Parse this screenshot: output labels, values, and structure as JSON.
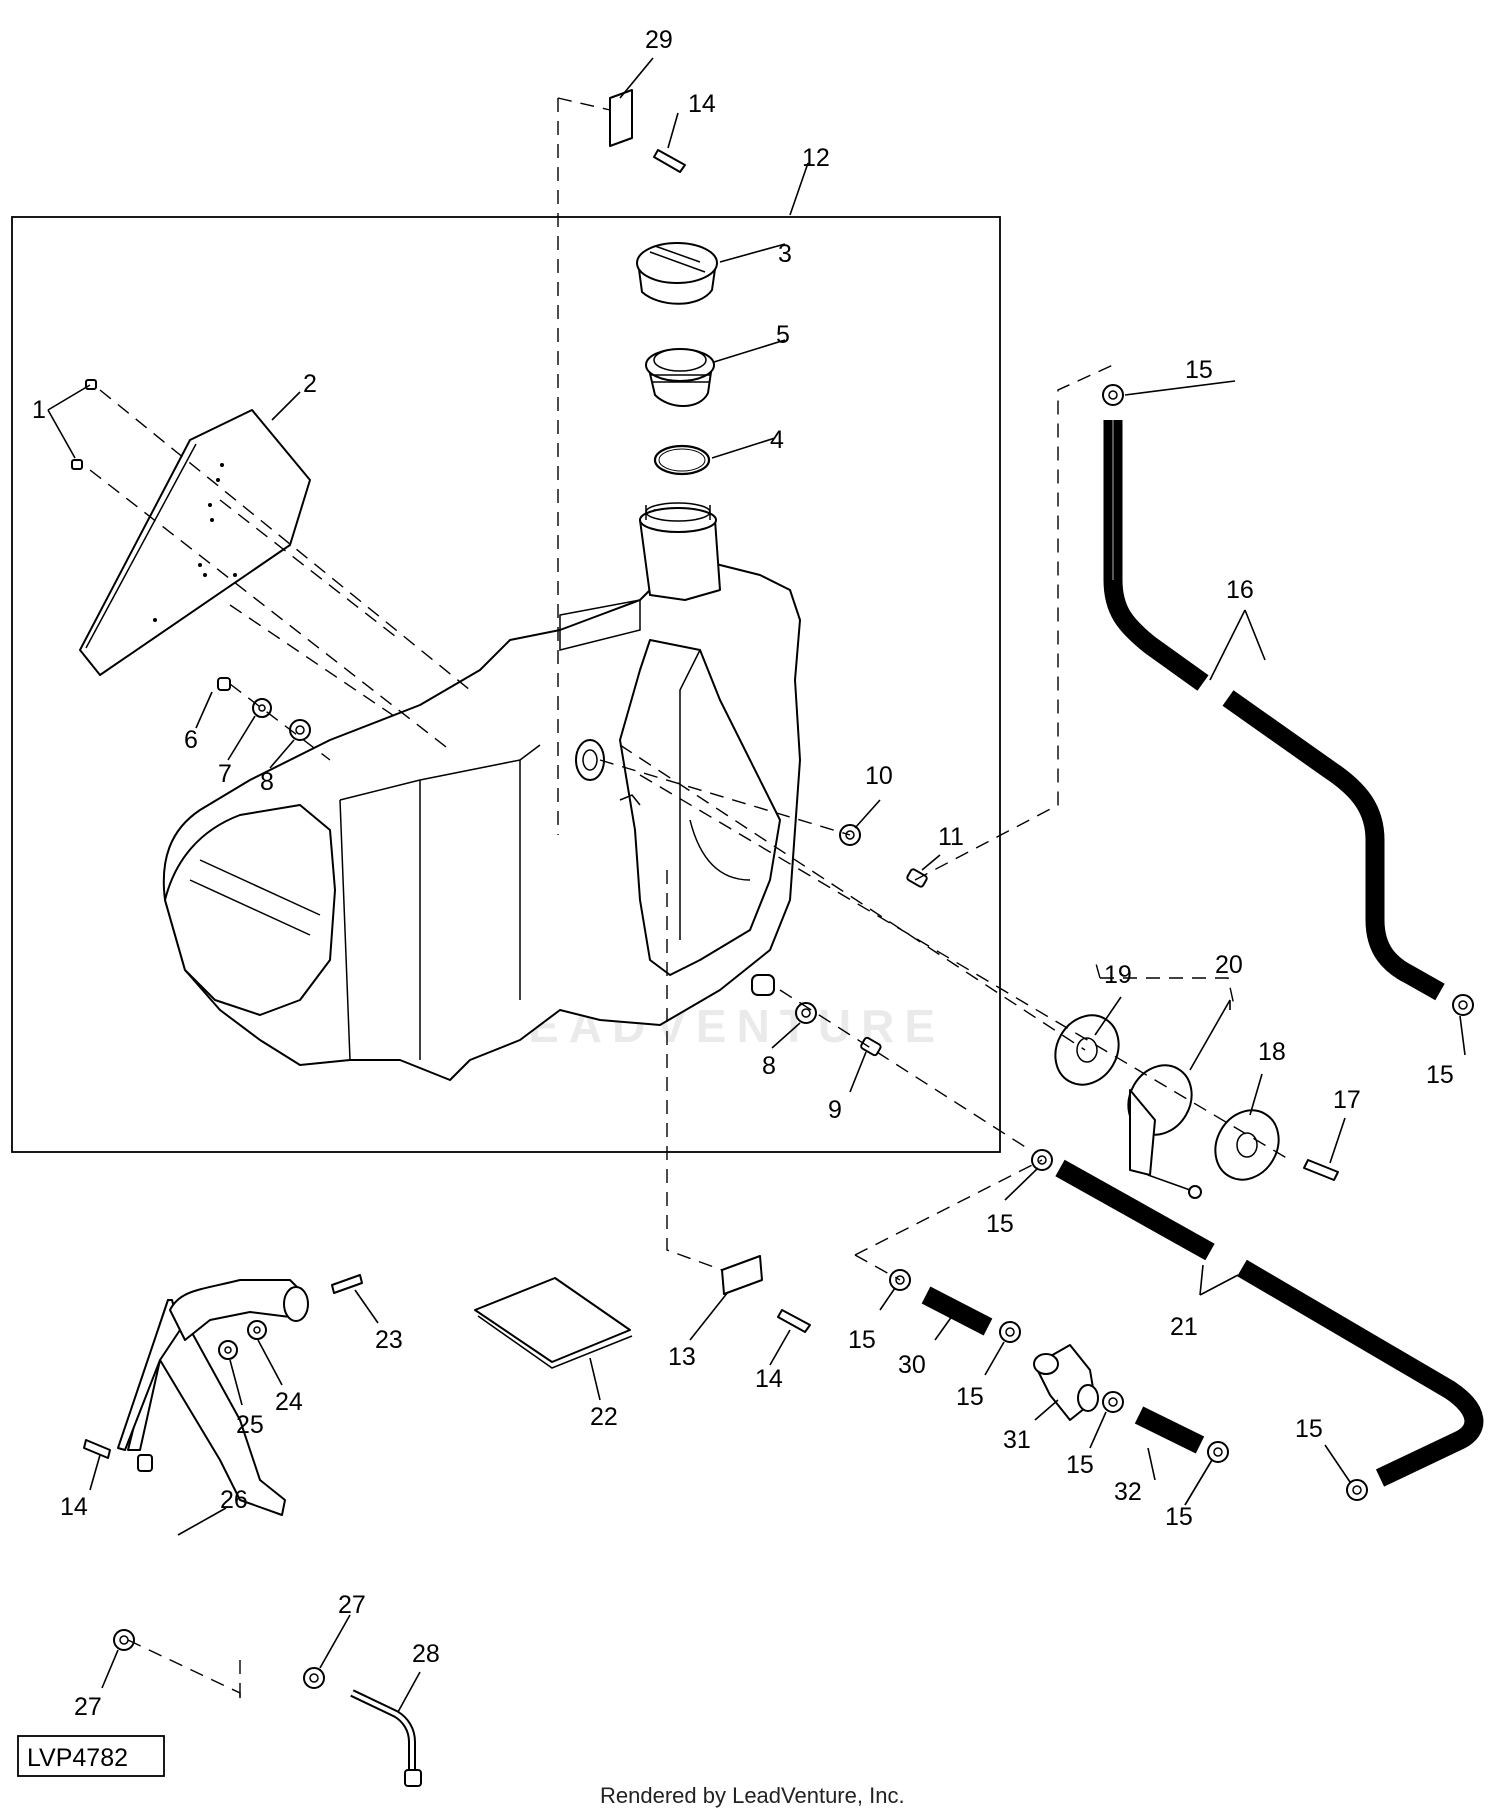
{
  "diagram_id": "LVP4782",
  "footer": "Rendered by LeadVenture, Inc.",
  "watermark": "LEADVENTURE",
  "callouts": {
    "c1": "1",
    "c2": "2",
    "c3": "3",
    "c4": "4",
    "c5": "5",
    "c6": "6",
    "c7": "7",
    "c8a": "8",
    "c8b": "8",
    "c9": "9",
    "c10": "10",
    "c11": "11",
    "c12": "12",
    "c13": "13",
    "c14a": "14",
    "c14b": "14",
    "c14c": "14",
    "c15a": "15",
    "c15b": "15",
    "c15c": "15",
    "c15d": "15",
    "c15e": "15",
    "c15f": "15",
    "c15g": "15",
    "c15h": "15",
    "c16": "16",
    "c17": "17",
    "c18": "18",
    "c19": "19",
    "c20": "20",
    "c21": "21",
    "c22": "22",
    "c23": "23",
    "c24": "24",
    "c25": "25",
    "c26": "26",
    "c27a": "27",
    "c27b": "27",
    "c28": "28",
    "c29": "29",
    "c30": "30",
    "c31": "31",
    "c32": "32"
  }
}
